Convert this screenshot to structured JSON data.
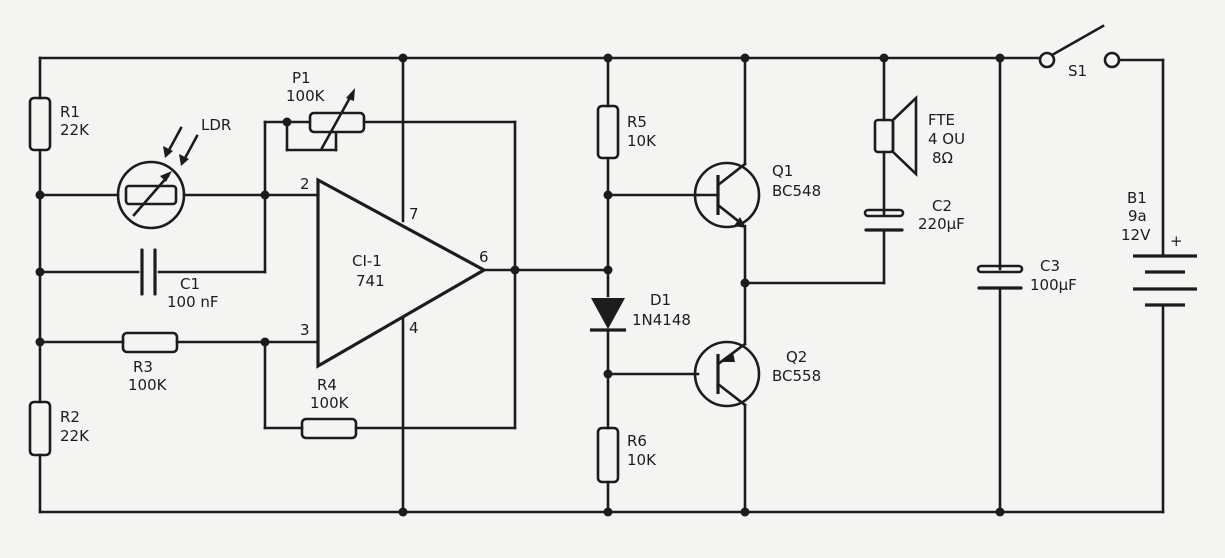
{
  "components": {
    "r1": {
      "ref": "R1",
      "value": "22K"
    },
    "r2": {
      "ref": "R2",
      "value": "22K"
    },
    "r3": {
      "ref": "R3",
      "value": "100K"
    },
    "r4": {
      "ref": "R4",
      "value": "100K"
    },
    "r5": {
      "ref": "R5",
      "value": "10K"
    },
    "r6": {
      "ref": "R6",
      "value": "10K"
    },
    "p1": {
      "ref": "P1",
      "value": "100K"
    },
    "ldr": {
      "ref": "LDR"
    },
    "c1": {
      "ref": "C1",
      "value": "100 nF"
    },
    "c2": {
      "ref": "C2",
      "value": "220µF"
    },
    "c3": {
      "ref": "C3",
      "value": "100µF"
    },
    "ic": {
      "ref": "CI-1",
      "value": "741",
      "pins": {
        "inv": "2",
        "noninv": "3",
        "vplus": "7",
        "vminus": "4",
        "out": "6"
      }
    },
    "d1": {
      "ref": "D1",
      "value": "1N4148"
    },
    "q1": {
      "ref": "Q1",
      "value": "BC548"
    },
    "q2": {
      "ref": "Q2",
      "value": "BC558"
    },
    "spk": {
      "ref": "FTE",
      "value1": "4 OU",
      "value2": "8Ω"
    },
    "b1": {
      "ref": "B1",
      "value1": "9a",
      "value2": "12V",
      "polarity": "+"
    },
    "s1": {
      "ref": "S1"
    }
  }
}
